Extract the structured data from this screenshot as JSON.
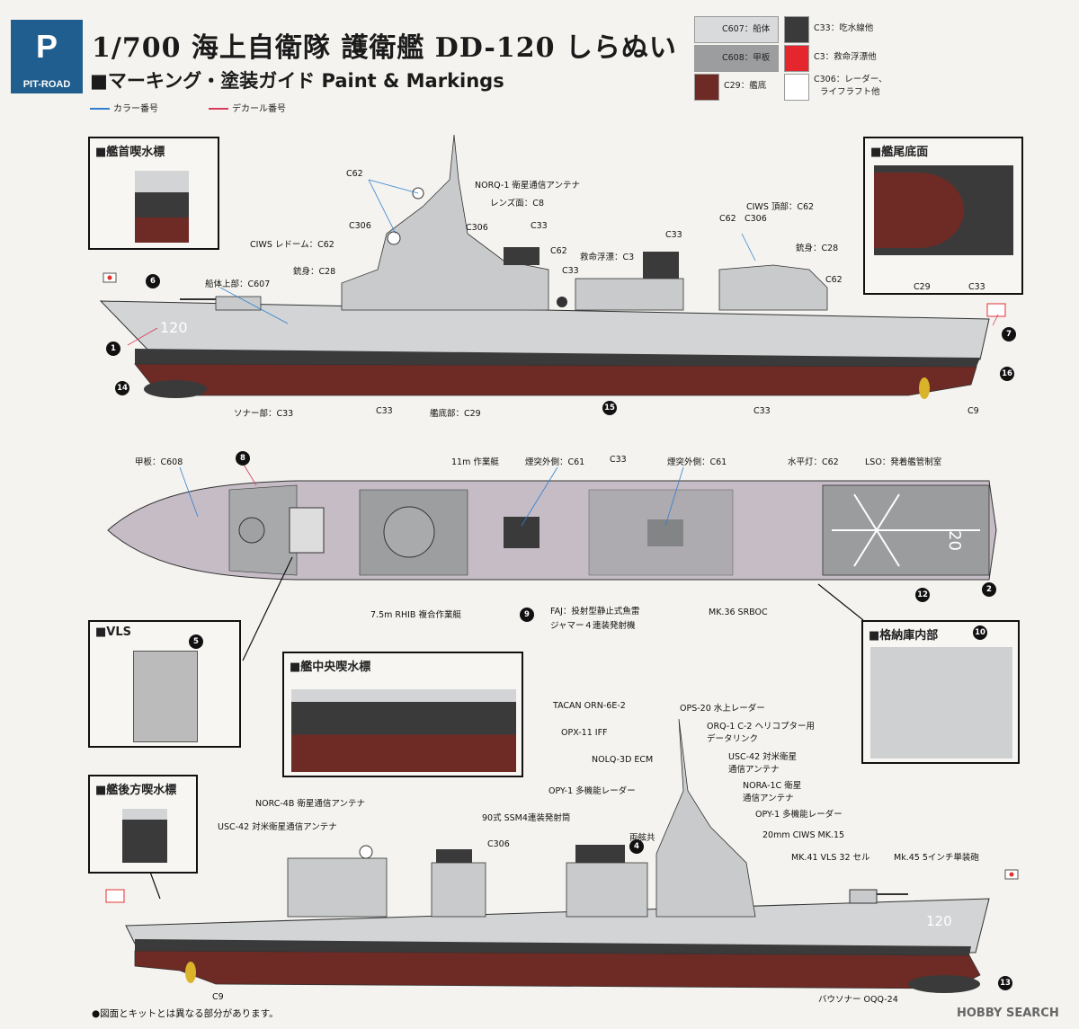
{
  "header": {
    "logo_text": "PIT-ROAD",
    "logo_mark": "P",
    "title": "1/700 海上自衛隊 護衛艦 DD-120 しらぬい",
    "subtitle": "■マーキング・塗装ガイド Paint & Markings",
    "legend_color": "カラー番号",
    "legend_decal": "デカール番号"
  },
  "colors": {
    "legend_blue": "#2f7fd1",
    "legend_red": "#d83b5b",
    "hull": "#c7c9ca",
    "deck": "#9b9c9e",
    "bottom": "#6e2a24",
    "boot": "#3a3a3a",
    "red": "#e53030",
    "white": "#ffffff",
    "deck_purple": "#c5bcc6"
  },
  "paint_swatches": [
    {
      "label": "C607：船体",
      "color": "#d8dadb"
    },
    {
      "label": "C33：吃水線他",
      "color": "#3a3a3a"
    },
    {
      "label": "C608：甲板",
      "color": "#9c9d9f"
    },
    {
      "label": "C3：救命浮漂他",
      "color": "#e5262c"
    },
    {
      "label": "C29：艦底",
      "color": "#6e2a24"
    },
    {
      "label": "C306：レーダー、",
      "label2": "ライフラフト他",
      "color": "#ffffff"
    }
  ],
  "insets": {
    "bow_draft": "■艦首喫水標",
    "stern_bottom": "■艦尾底面",
    "vls": "■VLS",
    "mid_draft": "■艦中央喫水標",
    "hangar": "■格納庫内部",
    "aft_draft": "■艦後方喫水標"
  },
  "top_view": {
    "labels": [
      "C62",
      "NORQ-1 衛星通信アンテナ",
      "レンズ面：C8",
      "C306",
      "C306",
      "C33",
      "C62",
      "C33",
      "救命浮漂：C3",
      "C33",
      "CIWS 頂部：C62",
      "C62",
      "C306",
      "CIWS レドーム：C62",
      "銃身：C28",
      "銃身：C28",
      "船体上部：C607",
      "C62",
      "ソナー部：C33",
      "C33",
      "艦底部：C29",
      "C33",
      "C9",
      "C29",
      "C33"
    ],
    "hull_number": "120"
  },
  "plan_view": {
    "labels": [
      "甲板：C608",
      "11m 作業艇",
      "煙突外側：C61",
      "C33",
      "煙突外側：C61",
      "水平灯：C62",
      "LSO：発着艦管制室",
      "7.5m RHIB 複合作業艇",
      "FAJ：投射型静止式魚雷",
      "ジャマー４連装発射機",
      "MK.36 SRBOC"
    ],
    "deck_number": "20"
  },
  "side_view": {
    "labels": [
      "TACAN ORN-6E-2",
      "OPS-20 水上レーダー",
      "OPX-11 IFF",
      "ORQ-1 C-2 ヘリコプター用",
      "データリンク",
      "NOLQ-3D ECM",
      "USC-42 対米衛星",
      "通信アンテナ",
      "NORA-1C 衛星",
      "通信アンテナ",
      "OPY-1 多機能レーダー",
      "OPY-1 多機能レーダー",
      "NORC-4B 衛星通信アンテナ",
      "USC-42 対米衛星通信アンテナ",
      "90式 SSM4連装発射筒",
      "C306",
      "両舷共",
      "20mm CIWS MK.15",
      "MK.41 VLS 32 セル",
      "Mk.45 5インチ単装砲",
      "C9",
      "バウソナー OQQ-24"
    ],
    "hull_number": "120"
  },
  "decals": [
    "1",
    "2",
    "4",
    "5",
    "6",
    "7",
    "8",
    "9",
    "10",
    "12",
    "13",
    "14",
    "15",
    "16"
  ],
  "footer": {
    "note": "●図面とキットとは異なる部分があります。",
    "watermark": "HOBBY SEARCH"
  }
}
